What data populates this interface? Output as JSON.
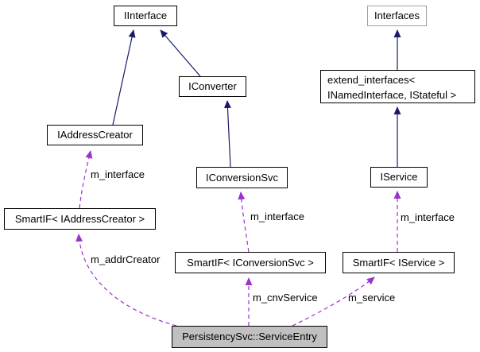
{
  "nodes": {
    "iinterface": {
      "label": "IInterface"
    },
    "interfaces": {
      "label": "Interfaces"
    },
    "iconverter": {
      "label": "IConverter"
    },
    "extendinterfaces": {
      "label": "extend_interfaces<\n INamedInterface, IStateful >"
    },
    "iaddresscreator": {
      "label": "IAddressCreator"
    },
    "iconversionsvc": {
      "label": "IConversionSvc"
    },
    "iservice": {
      "label": "IService"
    },
    "smartif_addr": {
      "label": "SmartIF< IAddressCreator >"
    },
    "smartif_conv": {
      "label": "SmartIF< IConversionSvc >"
    },
    "smartif_svc": {
      "label": "SmartIF< IService >"
    },
    "serviceentry": {
      "label": "PersistencySvc::ServiceEntry"
    }
  },
  "edge_labels": {
    "m_interface_addr": "m_interface",
    "m_interface_conv": "m_interface",
    "m_interface_svc": "m_interface",
    "m_addrCreator": "m_addrCreator",
    "m_cnvService": "m_cnvService",
    "m_service": "m_service"
  },
  "colors": {
    "inherit": "#191970",
    "use": "#9a32cd",
    "node-border": "#000000",
    "node-border-muted": "#9f9f9f",
    "node-fill": "#ffffff",
    "highlight-fill": "#c0c0c0",
    "background": "#ffffff",
    "text": "#000000"
  }
}
